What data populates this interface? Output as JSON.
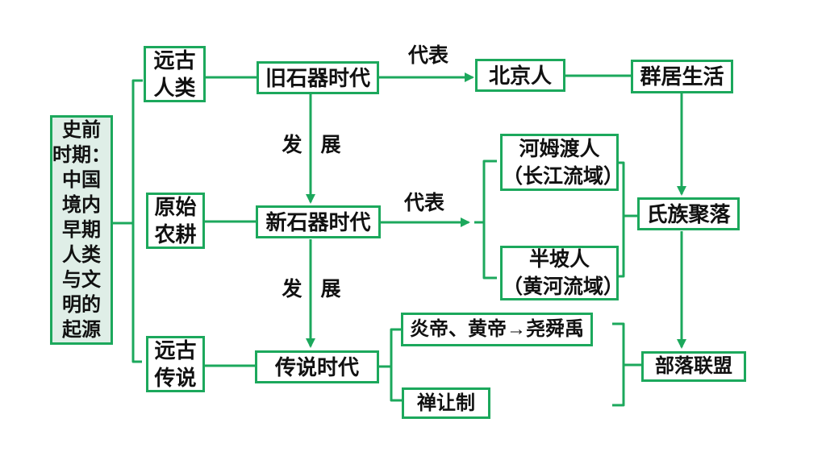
{
  "colors": {
    "accent_green": "#1CA85C",
    "panel_fill": "#DFEEE7",
    "node_fill": "#FFFFFF",
    "text": "#111111",
    "background": "#FFFFFF"
  },
  "root": {
    "text": "史前\n时期：\n中国\n境内\n早期\n人类\n与文\n明的\n起源"
  },
  "nodes": {
    "yuangu_renlei": {
      "label": "远古\n人类"
    },
    "jiushiqi": {
      "label": "旧石器时代"
    },
    "beijingren": {
      "label": "北京人"
    },
    "qunju": {
      "label": "群居生活"
    },
    "yuanshi_nonggeng": {
      "label": "原始\n农耕"
    },
    "xinshiqi": {
      "label": "新石器时代"
    },
    "hemudu": {
      "label": "河姆渡人\n（长江流域）"
    },
    "banpo": {
      "label": "半坡人\n（黄河流域）"
    },
    "shizu": {
      "label": "氏族聚落"
    },
    "yuangu_chuanshuo": {
      "label": "远古\n传说"
    },
    "chuanshuo_shidai": {
      "label": "传说时代"
    },
    "yandi": {
      "label": "炎帝、黄帝→尧舜禹"
    },
    "shanrang": {
      "label": "禅让制"
    },
    "buluo": {
      "label": "部落联盟"
    }
  },
  "edge_labels": {
    "daibiao_1": "代表",
    "fazhan_1": "发 展",
    "daibiao_2": "代表",
    "fazhan_2": "发 展"
  }
}
